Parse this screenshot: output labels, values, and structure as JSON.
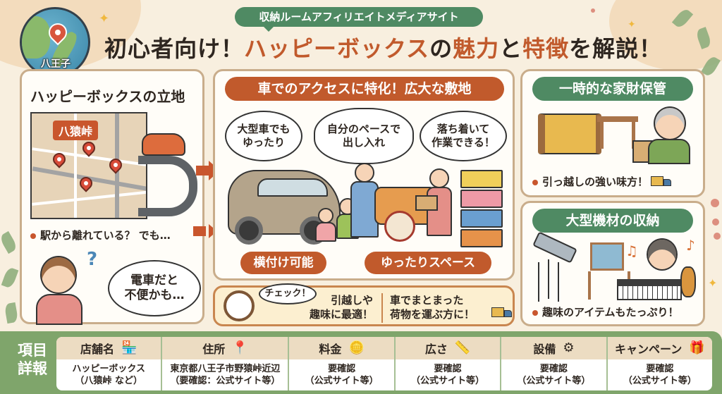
{
  "header": {
    "site_badge": "収納ルームアフィリエイトメディアサイト",
    "title_parts": [
      "初心者向け！",
      "ハッピーボックス",
      "の",
      "魅力",
      "と",
      "特徴",
      "を解説！"
    ],
    "globe_label": "八王子"
  },
  "location_panel": {
    "heading": "ハッピーボックスの立地",
    "map_tag": "八猿峠",
    "note": "駅から離れている？ でも…",
    "thought_bubble": "電車だと\n不便かも…",
    "question_mark": "?"
  },
  "access_panel": {
    "heading": "車でのアクセスに特化！広大な敷地",
    "bubbles": [
      "大型車でも\nゆったり",
      "自分のペースで\n出し入れ",
      "落ち着いて\n作業できる！"
    ],
    "tags": [
      "横付け可能",
      "ゆったりスペース"
    ]
  },
  "check_panel": {
    "bubble": "チェック！",
    "left_text": "引越しや\n趣味に最適！",
    "right_text": "車でまとまった\n荷物を運ぶ方に！"
  },
  "storage_panel": {
    "heading": "一時的な家財保管",
    "note": "引っ越しの強い味方！"
  },
  "equipment_panel": {
    "heading": "大型機材の収納",
    "note": "趣味のアイテムもたっぷり！"
  },
  "details_table": {
    "label": "項目\n詳報",
    "columns": [
      {
        "header": "店舗名",
        "icon": "store-icon",
        "glyph": "🏪",
        "value": "ハッピーボックス\n（八猿峠 など）"
      },
      {
        "header": "住所",
        "icon": "map-pin-icon",
        "glyph": "📍",
        "value": "東京都八王子市野猿峠近辺\n（要確認：公式サイト等）"
      },
      {
        "header": "料金",
        "icon": "coins-icon",
        "glyph": "🪙",
        "value": "要確認\n（公式サイト等）"
      },
      {
        "header": "広さ",
        "icon": "tape-measure-icon",
        "glyph": "📏",
        "value": "要確認\n（公式サイト等）"
      },
      {
        "header": "設備",
        "icon": "gear-icon",
        "glyph": "⚙",
        "value": "要確認\n（公式サイト等）"
      },
      {
        "header": "キャンペーン",
        "icon": "gift-icon",
        "glyph": "🎁",
        "value": "要確認\n（公式サイト等）"
      }
    ]
  },
  "colors": {
    "background": "#f8efdf",
    "accent_orange": "#c15a2c",
    "accent_green": "#4f8a63",
    "footer_green": "#7fa56b",
    "panel_border": "#c9ad8b"
  }
}
